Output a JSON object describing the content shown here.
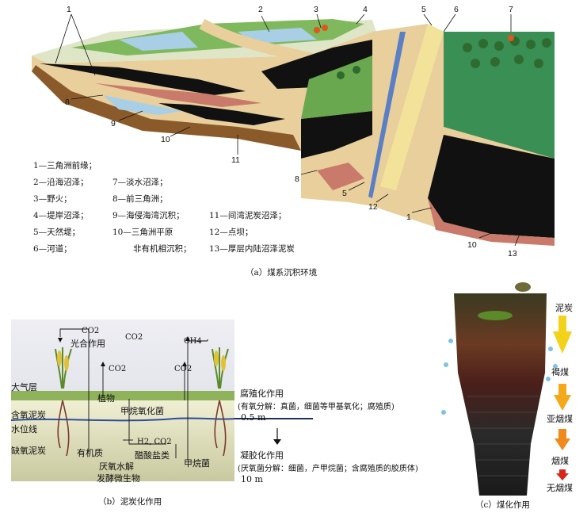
{
  "panel_a": {
    "caption": "（a）煤系沉积环境",
    "callouts": [
      "1",
      "2",
      "3",
      "4",
      "5",
      "6",
      "7",
      "8",
      "9",
      "10",
      "11",
      "8",
      "5",
      "12",
      "1",
      "10",
      "13"
    ],
    "legend": [
      [
        "1—三角洲前缘；",
        "",
        ""
      ],
      [
        "2—沿海沼泽；",
        "7—淡水沼泽；",
        ""
      ],
      [
        "3—野火；",
        "8—前三角洲；",
        ""
      ],
      [
        "4—堤岸沼泽；",
        "9—海侵海湾沉积；",
        "11—间湾泥炭沼泽；"
      ],
      [
        "5—天然堤；",
        "10—三角洲平原",
        "12—点坝；"
      ],
      [
        "6—河道；",
        "非有机相沉积；",
        "13—厚层内陆沼泽泥炭"
      ]
    ]
  },
  "panel_b": {
    "caption": "（b）泥炭化作用",
    "labels": {
      "co2_top": "CO2",
      "photosynthesis": "光合作用",
      "co2_mid": "CO2",
      "ch4": "CH4",
      "co2_left": "CO2",
      "co2_right": "CO2",
      "atmosphere": "大气层",
      "plants": "植物",
      "methanotroph": "甲烷氧化菌",
      "oxic_peat": "含氧泥炭",
      "water_table": "水位线",
      "anoxic_peat": "缺氧泥炭",
      "organic_matter": "有机质",
      "h2co2": "H2, CO2",
      "acetate": "醋酸盐类",
      "methanogen": "甲烷菌",
      "anaerobic": "厌氧水解",
      "fermentative": "发酵微生物",
      "humification": "腐殖化作用",
      "humification_detail": "(有氧分解：真菌，细菌等甲基氧化；腐殖质)",
      "depth1": "0.5 m",
      "gelification": "凝胶化作用",
      "gelification_detail": "(厌氧菌分解：细菌，产甲烷菌；含腐殖质的胶质体)",
      "depth2": "10 m"
    }
  },
  "panel_c": {
    "caption": "（c）煤化作用",
    "stages": [
      "泥炭",
      "褐煤",
      "亚烟煤",
      "烟煤",
      "无烟煤"
    ]
  },
  "colors": {
    "peat_black": "#111111",
    "tan": "#e8cf9c",
    "water": "#b9d8ee",
    "grass": "#6aa84f",
    "arrow_yellow": "#f2d21b",
    "arrow_orange": "#f08a1c",
    "arrow_red": "#d9261c"
  }
}
